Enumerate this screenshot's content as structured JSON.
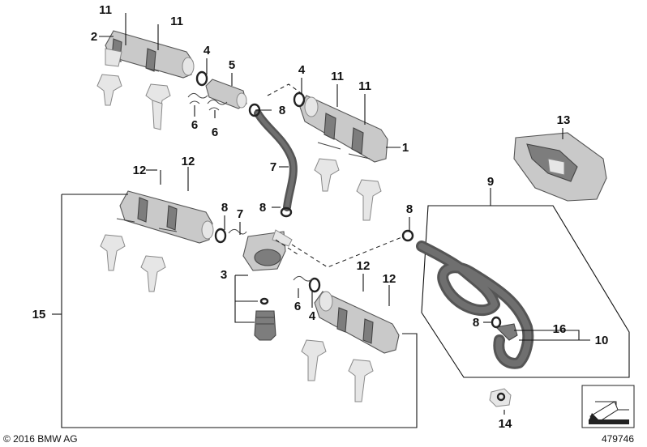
{
  "callouts": {
    "c1": "1",
    "c2": "2",
    "c3": "3",
    "c4a": "4",
    "c4b": "4",
    "c4c": "4",
    "c5": "5",
    "c6a": "6",
    "c6b": "6",
    "c6c": "6",
    "c7a": "7",
    "c7b": "7",
    "c8a": "8",
    "c8b": "8",
    "c8c": "8",
    "c8d": "8",
    "c8e": "8",
    "c9": "9",
    "c10": "10",
    "c11a": "11",
    "c11b": "11",
    "c11c": "11",
    "c11d": "11",
    "c12a": "12",
    "c12b": "12",
    "c12c": "12",
    "c12d": "12",
    "c13": "13",
    "c14": "14",
    "c15": "15",
    "c16": "16"
  },
  "footer": {
    "copyright": "© 2016 BMW AG",
    "diagram_number": "479746"
  },
  "colors": {
    "part_fill": "#c9c9c9",
    "hose": "#555555",
    "lines": "#111111"
  }
}
